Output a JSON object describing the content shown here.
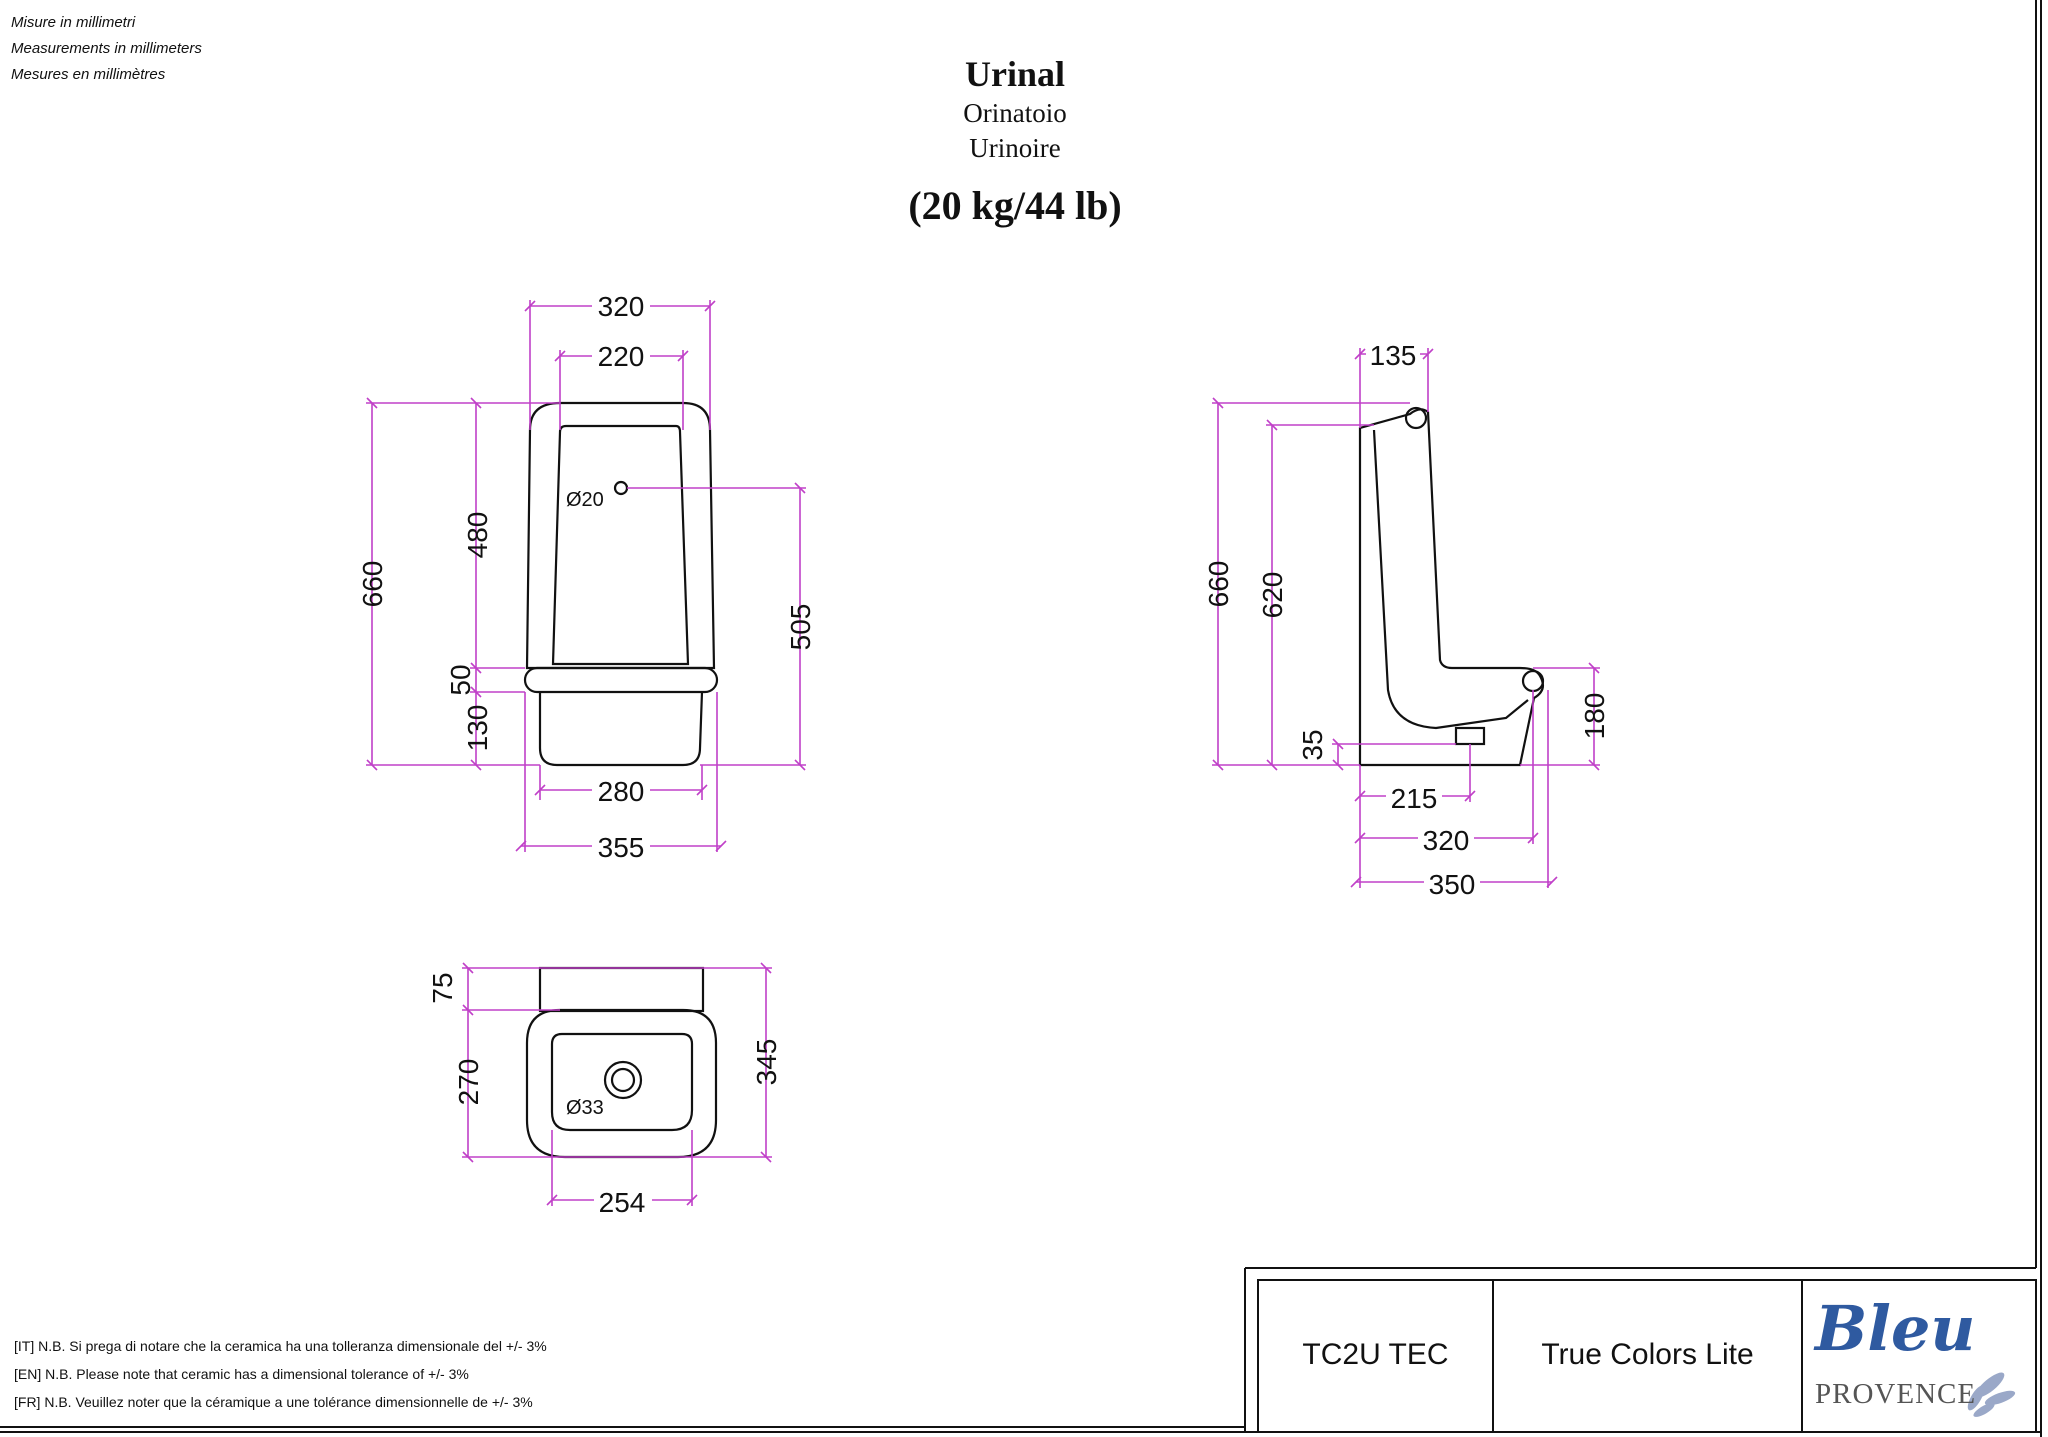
{
  "units_note": [
    "Misure in millimetri",
    "Measurements in millimeters",
    "Mesures en millimètres"
  ],
  "title": {
    "main": "Urinal",
    "italian": "Orinatoio",
    "french": "Urinoire",
    "weight": "(20 kg/44 lb)"
  },
  "front_view": {
    "dims": {
      "top_width": "320",
      "inner_width": "220",
      "height": "660",
      "upper_height": "480",
      "shelf": "50",
      "lower": "130",
      "hole_height": "505",
      "bottom_inner": "280",
      "bottom_width": "355",
      "hole_label": "Ø20"
    }
  },
  "side_view": {
    "dims": {
      "top_depth": "135",
      "height": "660",
      "inner_height": "620",
      "drain_height": "35",
      "lip_height": "180",
      "drain_offset": "215",
      "lip_depth": "320",
      "total_depth": "350"
    }
  },
  "top_view": {
    "dims": {
      "back": "75",
      "bowl": "270",
      "total": "345",
      "width": "254",
      "drain_label": "Ø33"
    }
  },
  "notes": [
    "[IT] N.B. Si prega di notare che la ceramica ha una tolleranza dimensionale del +/- 3%",
    "[EN] N.B. Please note that ceramic has a dimensional tolerance of +/- 3%",
    "[FR] N.B. Veuillez noter que la céramique a une tolérance dimensionnelle de +/- 3%"
  ],
  "title_block": {
    "code": "TC2U TEC",
    "collection": "True Colors Lite",
    "brand_top": "Bleu",
    "brand_bottom": "PROVENCE"
  },
  "colors": {
    "dimension": "#c040c8",
    "outline": "#111111",
    "brand": "#2f5aa0"
  }
}
